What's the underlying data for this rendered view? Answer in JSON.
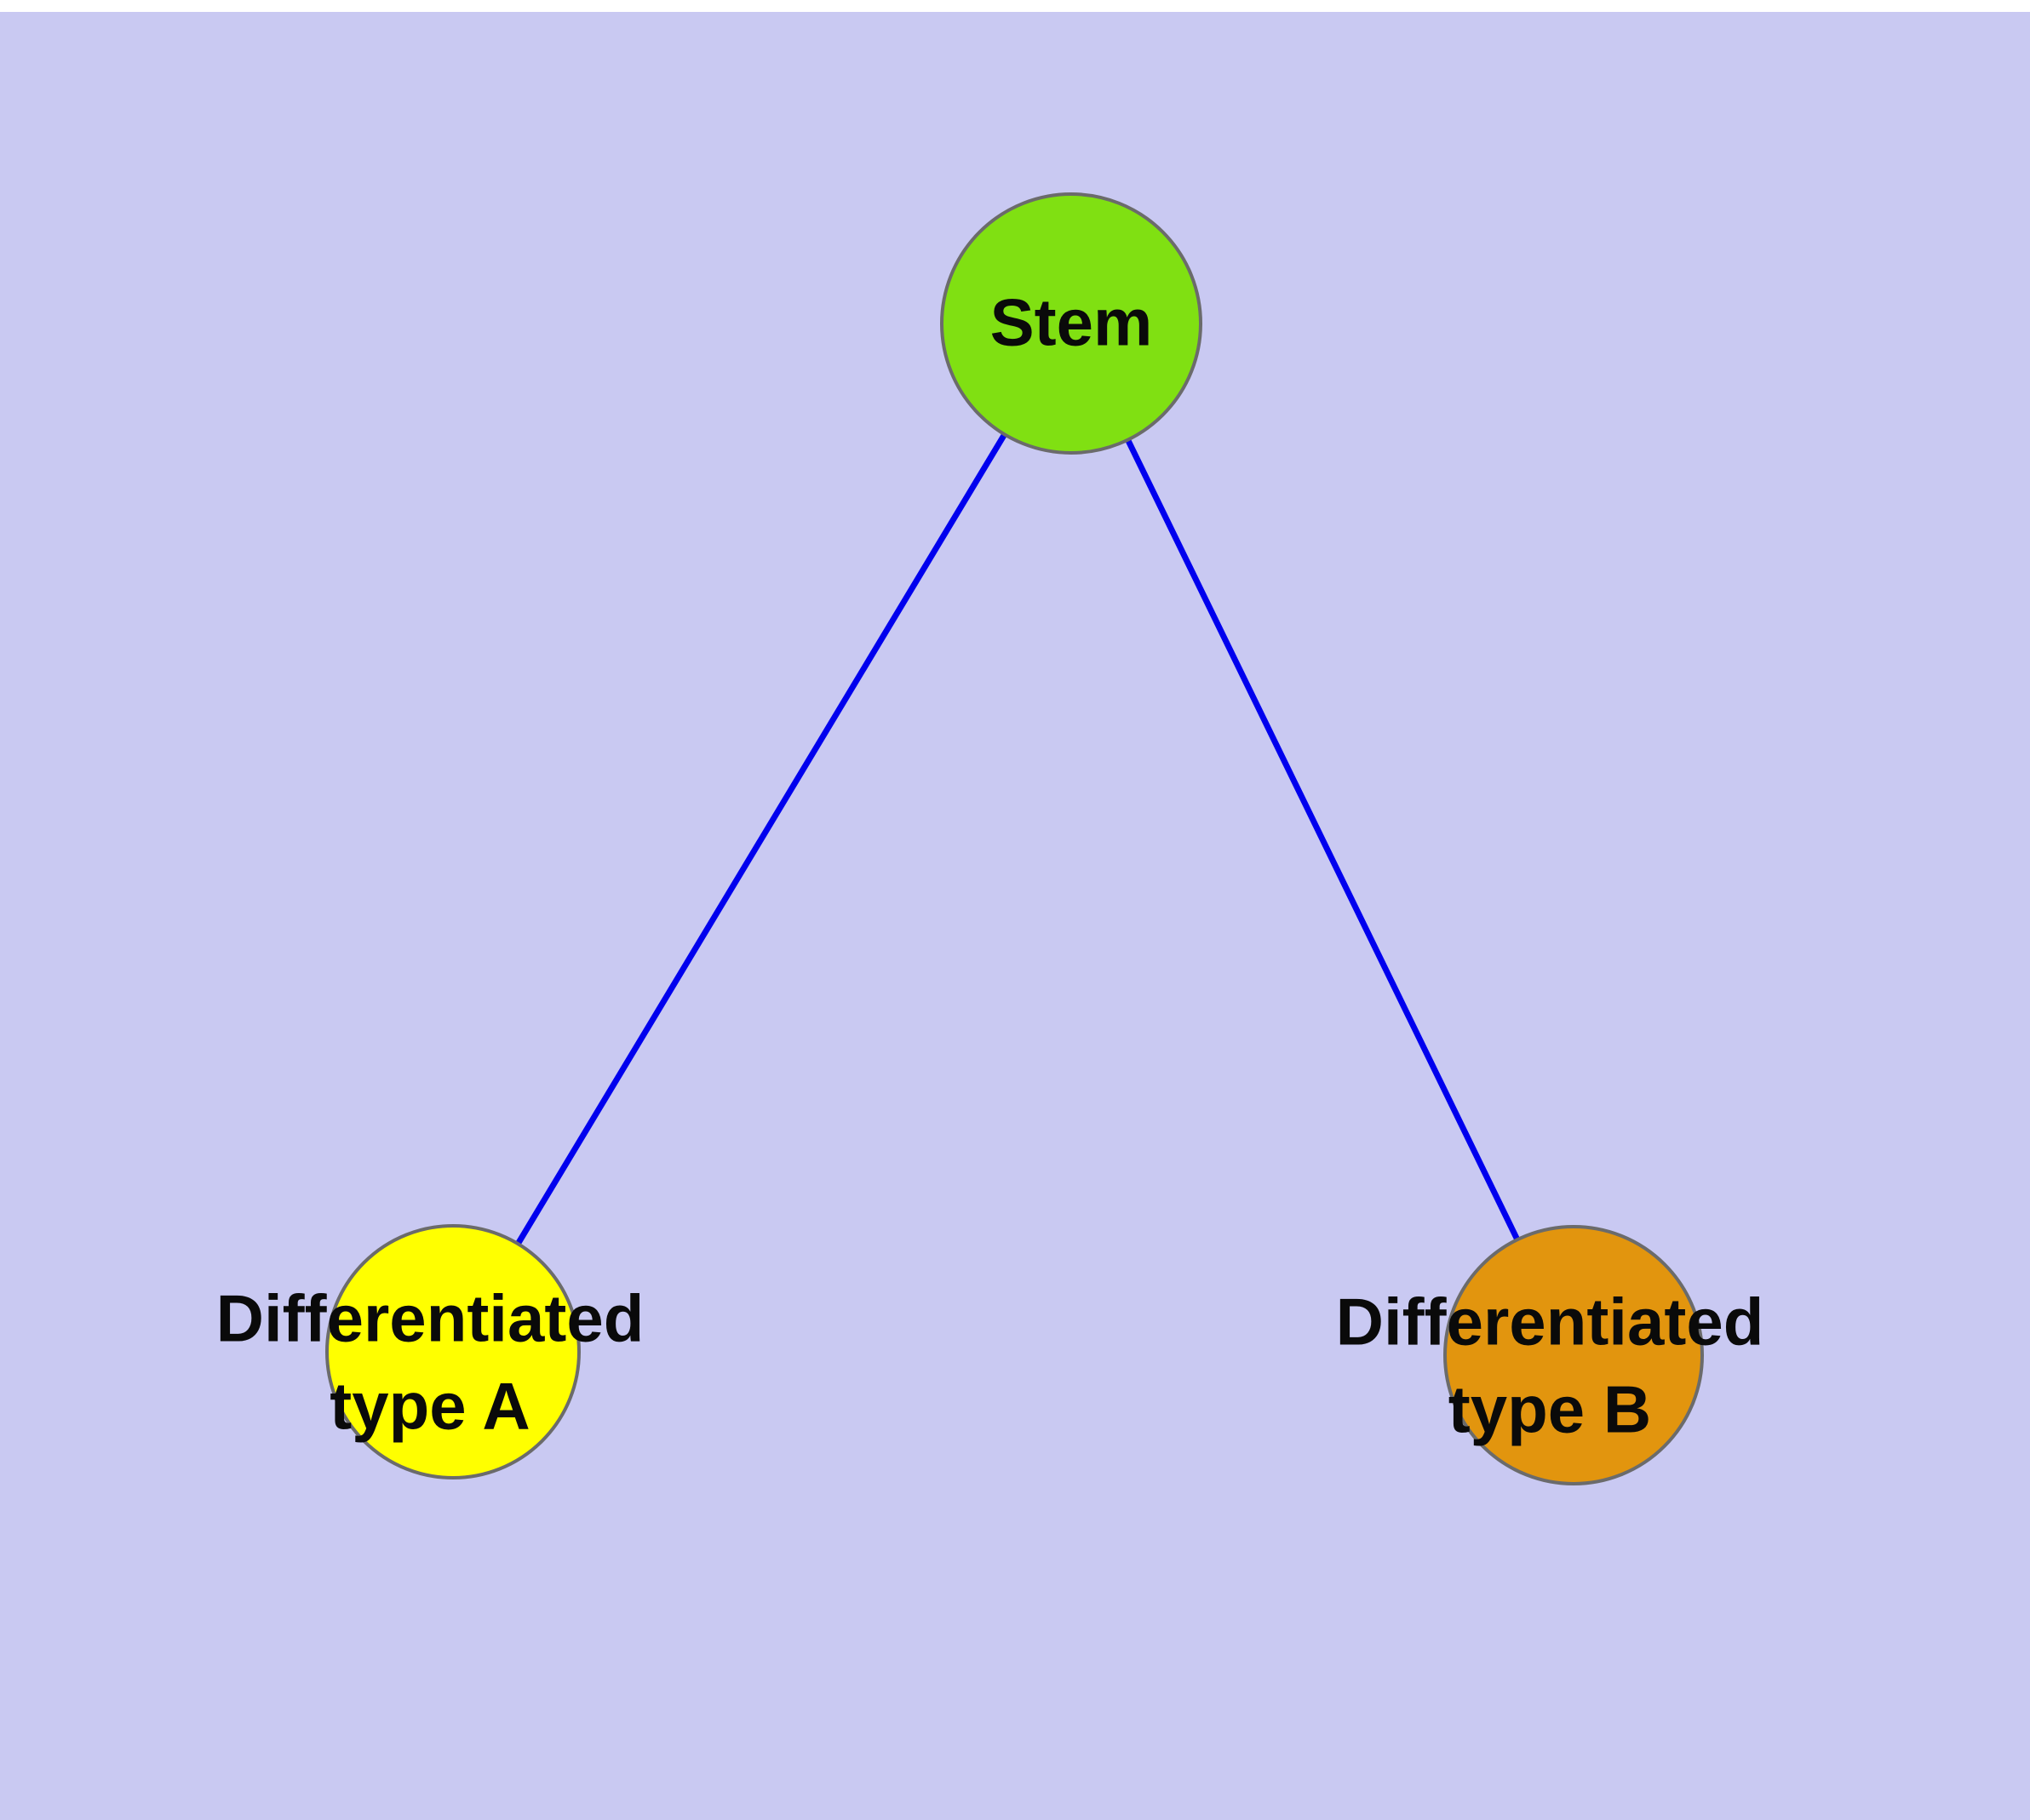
{
  "diagram": {
    "background_color": "#c9c9f2",
    "edge_color": "#0000ee",
    "node_stroke_color": "#6b6b6b",
    "label_color": "#0a0a0a",
    "nodes": [
      {
        "id": "stem",
        "label": "Stem",
        "fill": "#80e012"
      },
      {
        "id": "differentiated-type-a",
        "label_line1": "Differentiated",
        "label_line2": "type A",
        "fill": "#ffff00"
      },
      {
        "id": "differentiated-type-b",
        "label_line1": "Differentiated",
        "label_line2": "type B",
        "fill": "#e2950e"
      }
    ],
    "edges": [
      {
        "from": "stem",
        "to": "differentiated-type-a"
      },
      {
        "from": "stem",
        "to": "differentiated-type-b"
      }
    ]
  }
}
